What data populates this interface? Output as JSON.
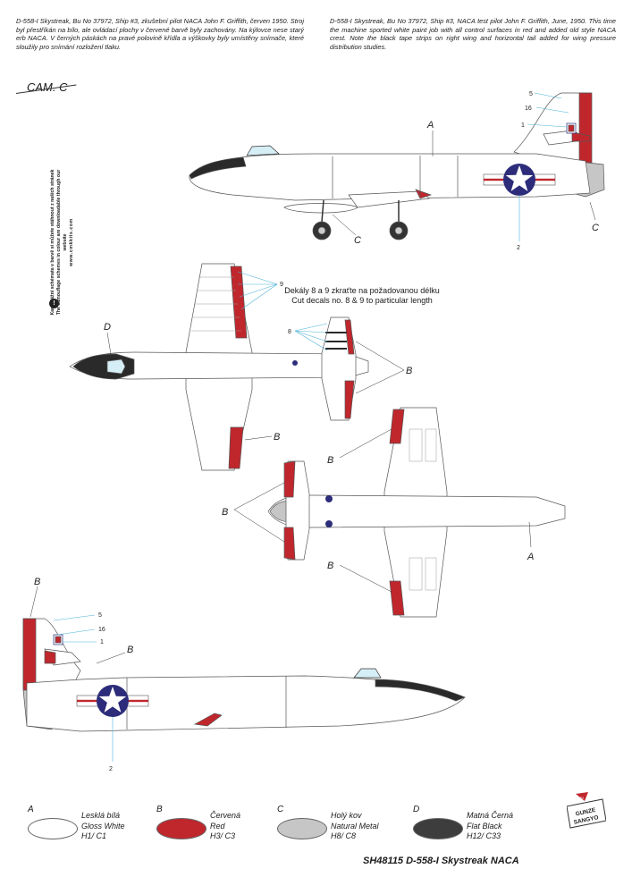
{
  "header": {
    "desc_cz": "D-558-I Skystreak, Bu No 37972, Ship #3, zkušební pilot NACA John F. Griffith, červen 1950. Stroj byl přestříkán na bílo, ale ovládací plochy v červené barvě byly zachovány. Na kýlovce nese starý erb NACA. V černých páskách na pravé polovině křídla a výškovky byly umístěny snímače, které sloužily pro snímání rozložení tlaku.",
    "desc_en": "D-558-I Skystreak, Bu No 37972, Ship #3, NACA test pilot John F. Griffith, June, 1950. This time the machine sported white paint job with all control surfaces in red and added old style NACA crest. Note the black tape strips on right wing and horizontal tail added for wing pressure distribution studies."
  },
  "camo_label": "CAM. C",
  "side_note": {
    "cz": "Kamuflážní schémata v barvě si můžete stáhnout z našich stránek",
    "en": "The camouflage schemes in colour are downloadable through our website",
    "website": "www.cmkkits.com",
    "badge": "!"
  },
  "notes": {
    "cz": "Dekály 8 a 9 zkraťte na požadovanou délku",
    "en": "Cut decals no. 8 & 9 to particular length"
  },
  "callouts": {
    "a": "A",
    "b": "B",
    "c": "C",
    "d": "D",
    "n1": "1",
    "n2": "2",
    "n5": "5",
    "n8": "8",
    "n9": "9",
    "n16": "16"
  },
  "legend": [
    {
      "letter": "A",
      "cz": "Lesklá bílá",
      "en": "Gloss White",
      "code": "H1/ C1",
      "color": "#ffffff"
    },
    {
      "letter": "B",
      "cz": "Červená",
      "en": "Red",
      "code": "H3/ C3",
      "color": "#c0272d"
    },
    {
      "letter": "C",
      "cz": "Holý kov",
      "en": "Natural Metal",
      "code": "H8/ C8",
      "color": "#c6c6c6"
    },
    {
      "letter": "D",
      "cz": "Matná Černá",
      "en": "Flat Black",
      "code": "H12/ C33",
      "color": "#3d3d3d"
    }
  ],
  "logo": {
    "top": "GUNZE",
    "bottom": "SANGYO",
    "mark": "GSI"
  },
  "footer": "SH48115 D-558-I Skystreak NACA",
  "colors": {
    "red": "#c0272d",
    "white": "#ffffff",
    "metal": "#c6c6c6",
    "black": "#2a2a2a",
    "roundel_blue": "#2c2c7a",
    "cyan": "#4fb3d9"
  }
}
